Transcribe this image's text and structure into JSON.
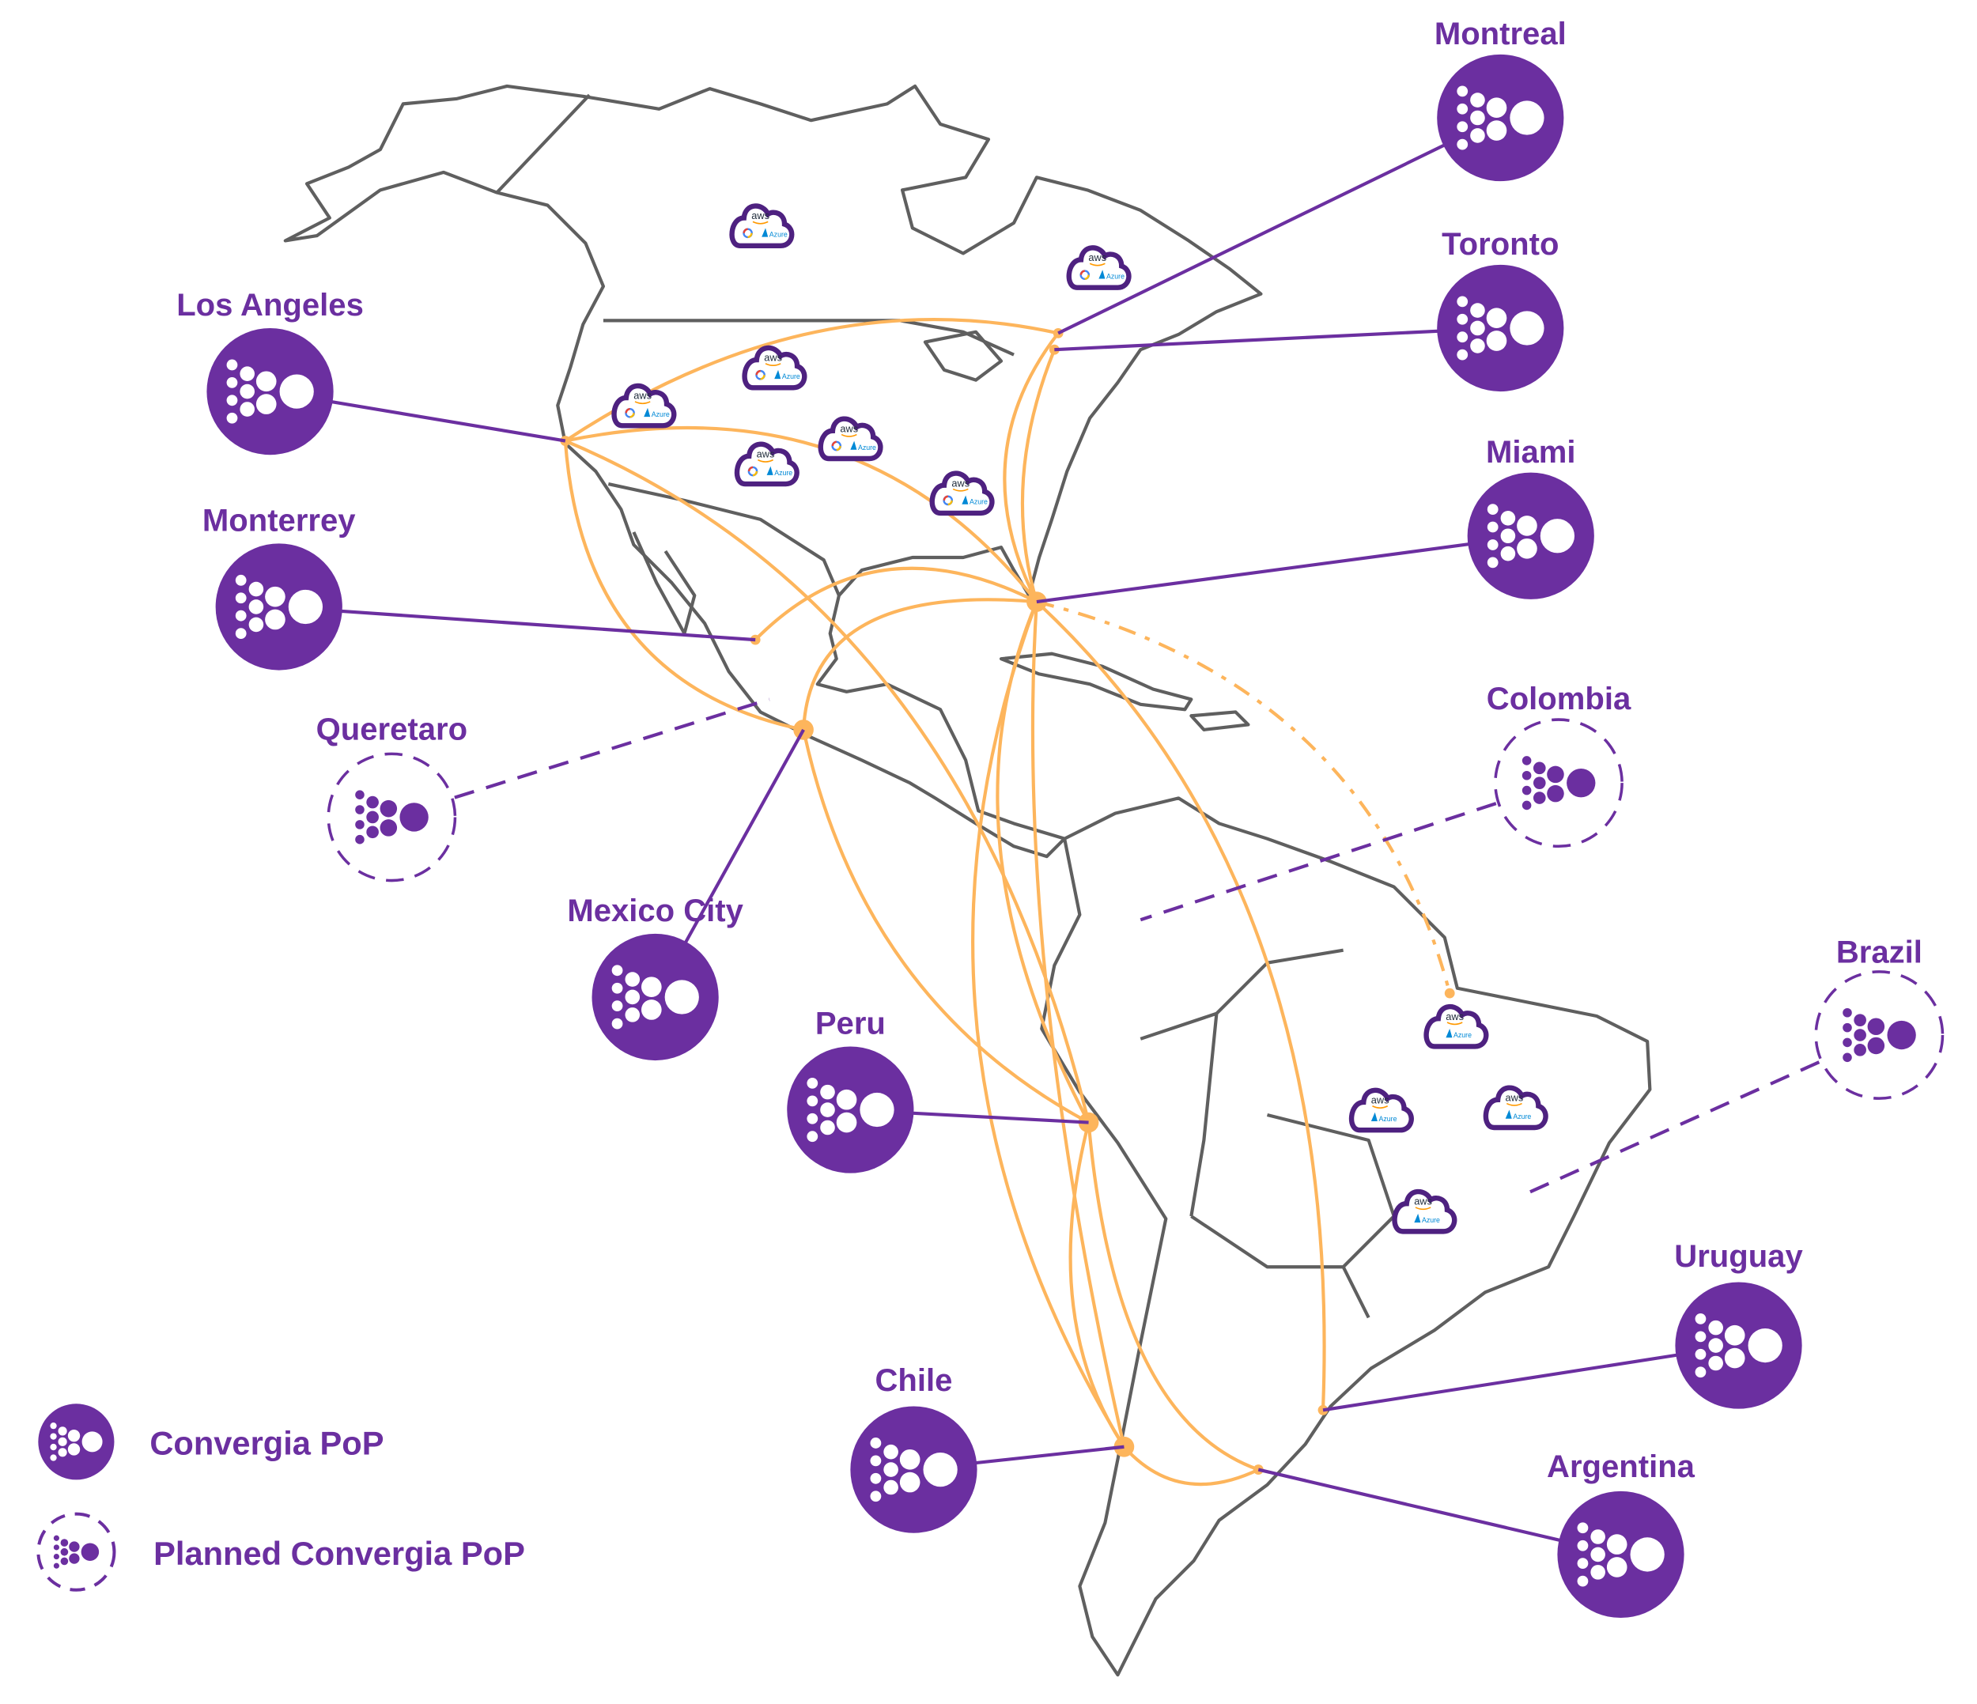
{
  "colors": {
    "pop_purple": "#6b2fa0",
    "route_orange": "#fdb55c",
    "map_outline": "#5f5f5f",
    "cloud_outline": "#4e2180"
  },
  "pops": [
    {
      "name": "Montreal",
      "status": "active"
    },
    {
      "name": "Toronto",
      "status": "active"
    },
    {
      "name": "Miami",
      "status": "active"
    },
    {
      "name": "Colombia",
      "status": "planned"
    },
    {
      "name": "Brazil",
      "status": "planned"
    },
    {
      "name": "Uruguay",
      "status": "active"
    },
    {
      "name": "Argentina",
      "status": "active"
    },
    {
      "name": "Chile",
      "status": "active"
    },
    {
      "name": "Peru",
      "status": "active"
    },
    {
      "name": "Mexico City",
      "status": "active"
    },
    {
      "name": "Queretaro",
      "status": "planned"
    },
    {
      "name": "Monterrey",
      "status": "active"
    },
    {
      "name": "Los Angeles",
      "status": "active"
    }
  ],
  "clouds": {
    "aws_label": "aws",
    "azure_label": "Azure",
    "google_icon": "google-cloud-icon",
    "regions": [
      {
        "providers": [
          "aws",
          "google-cloud",
          "azure"
        ]
      },
      {
        "providers": [
          "aws",
          "google-cloud",
          "azure"
        ]
      },
      {
        "providers": [
          "aws",
          "google-cloud",
          "azure"
        ]
      },
      {
        "providers": [
          "aws",
          "google-cloud",
          "azure"
        ]
      },
      {
        "providers": [
          "aws",
          "google-cloud",
          "azure"
        ]
      },
      {
        "providers": [
          "aws",
          "google-cloud",
          "azure"
        ]
      },
      {
        "providers": [
          "aws",
          "google-cloud",
          "azure"
        ]
      },
      {
        "providers": [
          "aws",
          "azure"
        ]
      },
      {
        "providers": [
          "aws",
          "azure"
        ]
      },
      {
        "providers": [
          "aws",
          "azure"
        ]
      },
      {
        "providers": [
          "aws",
          "azure"
        ]
      }
    ]
  },
  "legend": {
    "active_label": "Convergia PoP",
    "planned_label": "Planned Convergia PoP"
  }
}
